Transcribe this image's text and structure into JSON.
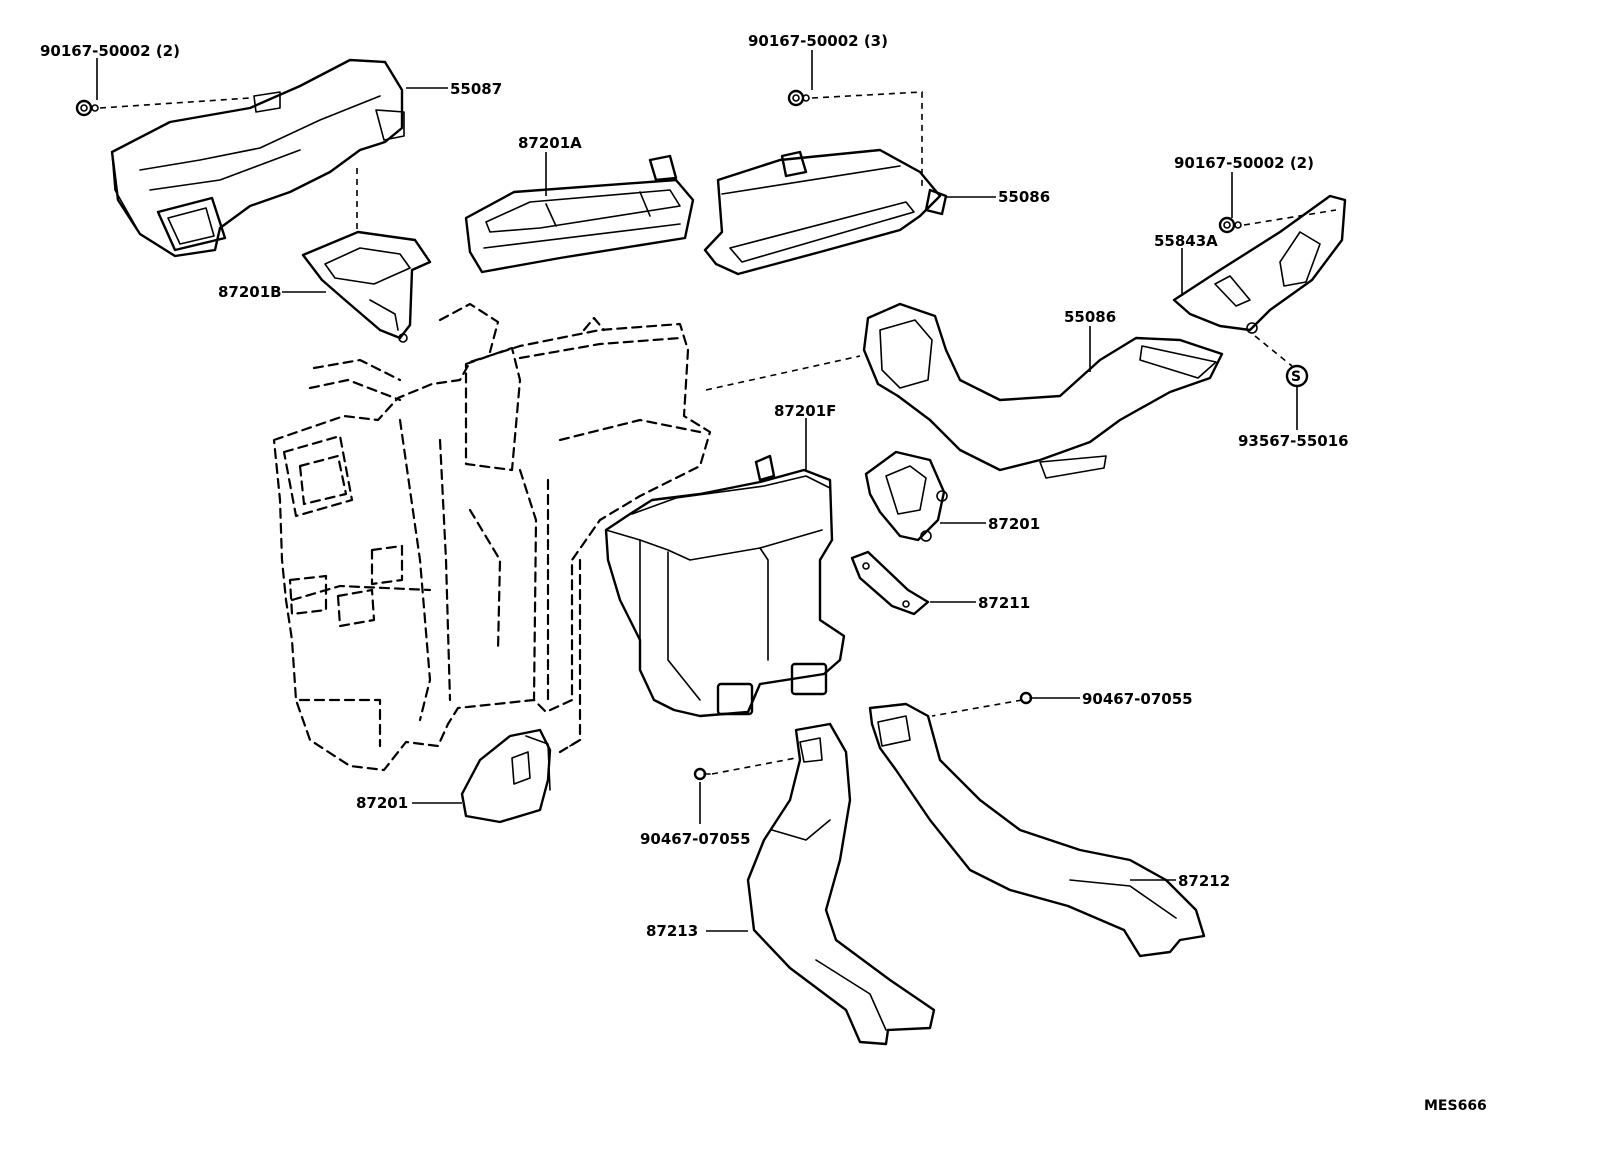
{
  "diagram": {
    "labels": {
      "nut_2_left": "90167-50002 (2)",
      "nut_3_center": "90167-50002 (3)",
      "nut_2_right": "90167-50002 (2)",
      "duct_55087": "55087",
      "register_87201A": "87201A",
      "duct_55086_top": "55086",
      "duct_55843A": "55843A",
      "duct_87201B": "87201B",
      "duct_55086_mid": "55086",
      "screw_93567": "93567-55016",
      "duct_87201F": "87201F",
      "servo_87201_right": "87201",
      "bracket_87211": "87211",
      "clip_90467_right": "90467-07055",
      "duct_87212": "87212",
      "duct_87201_left": "87201",
      "clip_90467_left": "90467-07055",
      "duct_87213": "87213",
      "drawing_code": "MES666",
      "screw_symbol": "S"
    }
  }
}
